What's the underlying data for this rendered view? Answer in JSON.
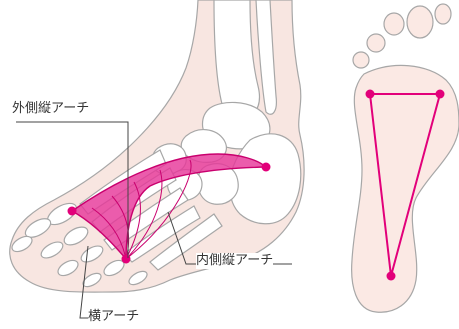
{
  "labels": {
    "lateral_longitudinal_arch": "外側縦アーチ",
    "medial_longitudinal_arch": "内側縦アーチ",
    "transverse_arch": "横アーチ"
  },
  "colors": {
    "skin": "#f8e6e1",
    "bone": "#ffffff",
    "outline": "#a7a7a7",
    "arch_fill": "#e6389a",
    "arch_line": "#c9006e",
    "sole_fill": "#fbe9e4",
    "leader": "#444444"
  }
}
